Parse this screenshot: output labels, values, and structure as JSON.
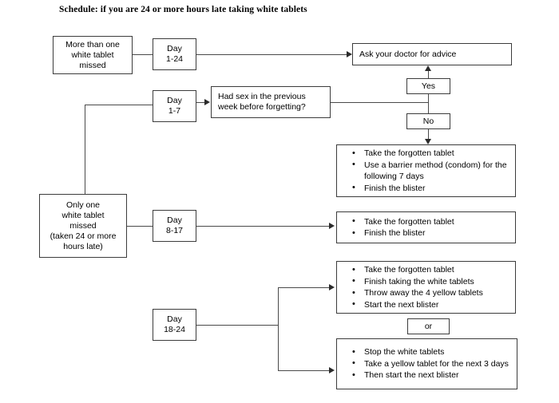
{
  "title": "Schedule: if you are 24 or more hours late taking white tablets",
  "colors": {
    "background": "#ffffff",
    "box_border": "#3c3c3c",
    "connector": "#4a4a4a",
    "text": "#000000"
  },
  "nodes": {
    "more_than_one_missed": {
      "lines": [
        "More than one",
        "white tablet",
        "missed"
      ]
    },
    "day_1_24": {
      "lines": [
        "Day",
        "1-24"
      ]
    },
    "ask_doctor": {
      "label": "Ask your doctor for advice"
    },
    "day_1_7": {
      "lines": [
        "Day",
        "1-7"
      ]
    },
    "had_sex_question": {
      "lines": [
        "Had sex in the previous",
        "week before forgetting?"
      ]
    },
    "answer_yes": {
      "label": "Yes"
    },
    "answer_no": {
      "label": "No"
    },
    "only_one_missed": {
      "lines": [
        "Only one",
        "white tablet",
        "missed",
        "(taken 24 or more",
        "hours late)"
      ]
    },
    "day_8_17": {
      "lines": [
        "Day",
        "8-17"
      ]
    },
    "day_18_24": {
      "lines": [
        "Day",
        "18-24"
      ]
    },
    "or_connector": {
      "label": "or"
    }
  },
  "outcomes": {
    "no_branch_actions": {
      "items": [
        "Take the forgotten tablet",
        "Use a barrier method (condom) for the following 7 days",
        "Finish the blister"
      ]
    },
    "day_8_17_actions": {
      "items": [
        "Take the forgotten tablet",
        "Finish the blister"
      ]
    },
    "day_18_24_option_a": {
      "items": [
        "Take the forgotten tablet",
        "Finish taking the white tablets",
        "Throw away the 4 yellow tablets",
        "Start the next blister"
      ]
    },
    "day_18_24_option_b": {
      "items": [
        "Stop the white tablets",
        "Take a yellow tablet for the next 3 days",
        "Then start the next blister"
      ]
    }
  }
}
